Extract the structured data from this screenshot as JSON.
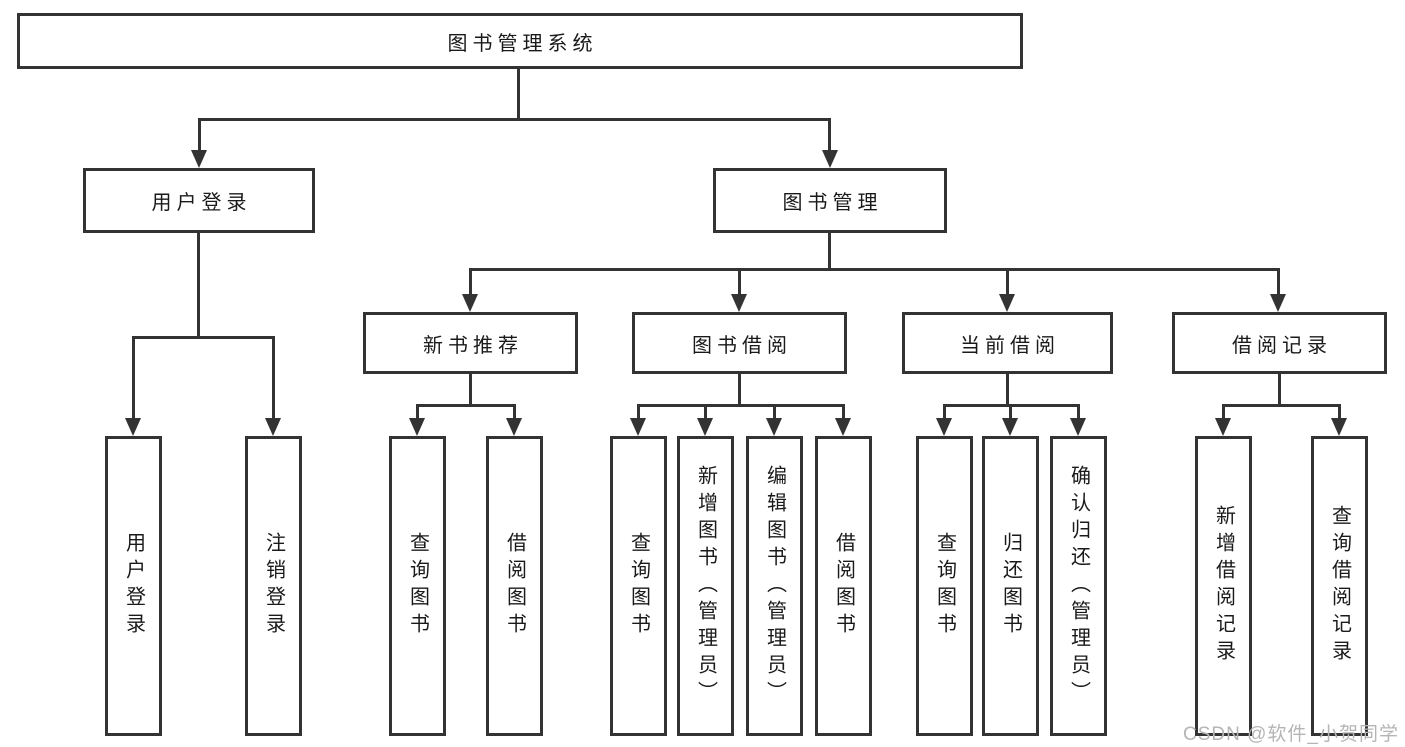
{
  "diagram": {
    "root": {
      "label": "图书管理系统"
    },
    "branches": [
      {
        "label": "用户登录",
        "children": [
          {
            "label": "用户登录"
          },
          {
            "label": "注销登录"
          }
        ]
      },
      {
        "label": "图书管理",
        "sections": [
          {
            "label": "新书推荐",
            "children": [
              {
                "label": "查询图书"
              },
              {
                "label": "借阅图书"
              }
            ]
          },
          {
            "label": "图书借阅",
            "children": [
              {
                "label": "查询图书"
              },
              {
                "label": "新增图书（管理员）"
              },
              {
                "label": "编辑图书（管理员）"
              },
              {
                "label": "借阅图书"
              }
            ]
          },
          {
            "label": "当前借阅",
            "children": [
              {
                "label": "查询图书"
              },
              {
                "label": "归还图书"
              },
              {
                "label": "确认归还（管理员）"
              }
            ]
          },
          {
            "label": "借阅记录",
            "children": [
              {
                "label": "新增借阅记录"
              },
              {
                "label": "查询借阅记录"
              }
            ]
          }
        ]
      }
    ]
  },
  "watermark": {
    "text": "CSDN @软件_小贺同学"
  },
  "colors": {
    "line": "#333333",
    "text": "#1a1a1a",
    "watermark": "#b5b5b5",
    "background": "#ffffff"
  }
}
